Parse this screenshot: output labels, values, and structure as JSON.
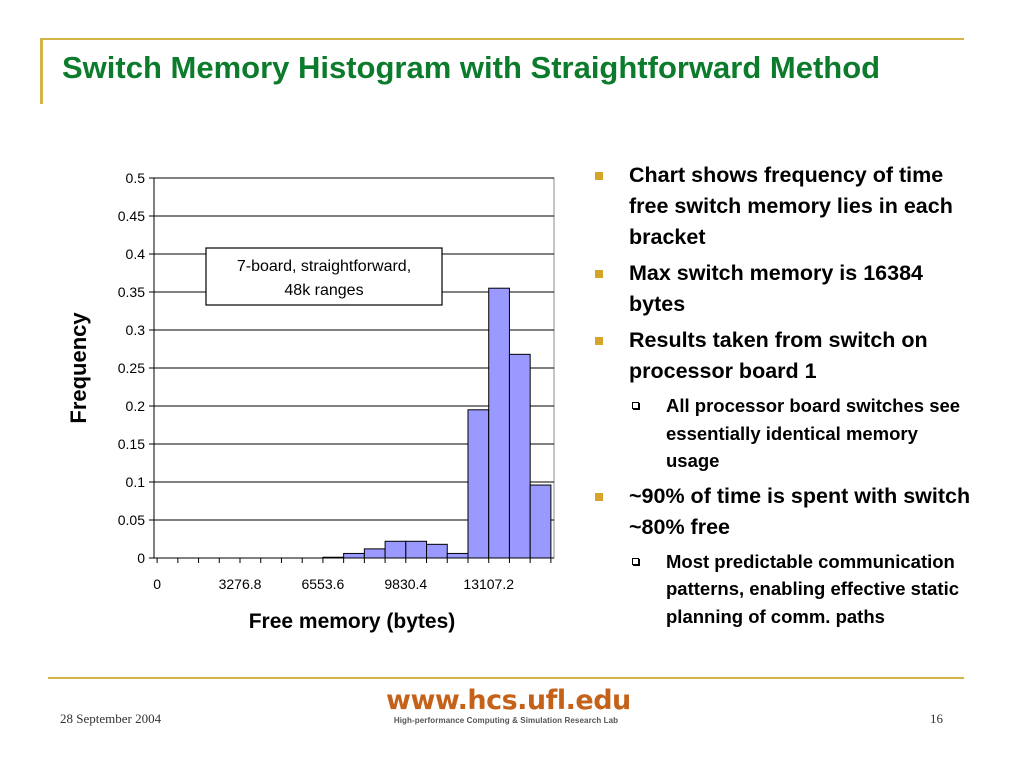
{
  "slide": {
    "title": "Switch Memory Histogram with Straightforward Method",
    "bullets": [
      {
        "text": "Chart shows frequency of time free switch memory lies in each bracket",
        "subs": []
      },
      {
        "text": "Max switch memory is 16384 bytes",
        "subs": []
      },
      {
        "text": "Results taken from switch on processor board 1",
        "subs": [
          "All processor board switches see essentially identical memory usage"
        ]
      },
      {
        "text": "~90% of time is spent with switch ~80% free",
        "subs": [
          "Most predictable communication patterns, enabling effective static planning of comm. paths"
        ]
      }
    ]
  },
  "footer": {
    "date": "28 September 2004",
    "page": "16",
    "logo_main": "www.hcs.ufl.edu",
    "logo_sub": "High-performance Computing & Simulation Research Lab"
  },
  "chart_data": {
    "type": "bar",
    "ylabel": "Frequency",
    "xlabel": "Free memory (bytes)",
    "annotation": [
      "7-board, straightforward,",
      "48k ranges"
    ],
    "ylim": [
      0,
      0.5
    ],
    "yticks": [
      "0",
      "0.05",
      "0.1",
      "0.15",
      "0.2",
      "0.25",
      "0.3",
      "0.35",
      "0.4",
      "0.45",
      "0.5"
    ],
    "xticks": [
      "0",
      "3276.8",
      "6553.6",
      "9830.4",
      "13107.2"
    ],
    "grid": true,
    "bar_color": "#9999ff",
    "values": [
      0,
      0,
      0,
      0,
      0,
      0,
      0,
      0,
      0.001,
      0.006,
      0.012,
      0.022,
      0.022,
      0.018,
      0.006,
      0.195,
      0.355,
      0.268,
      0.096
    ]
  }
}
